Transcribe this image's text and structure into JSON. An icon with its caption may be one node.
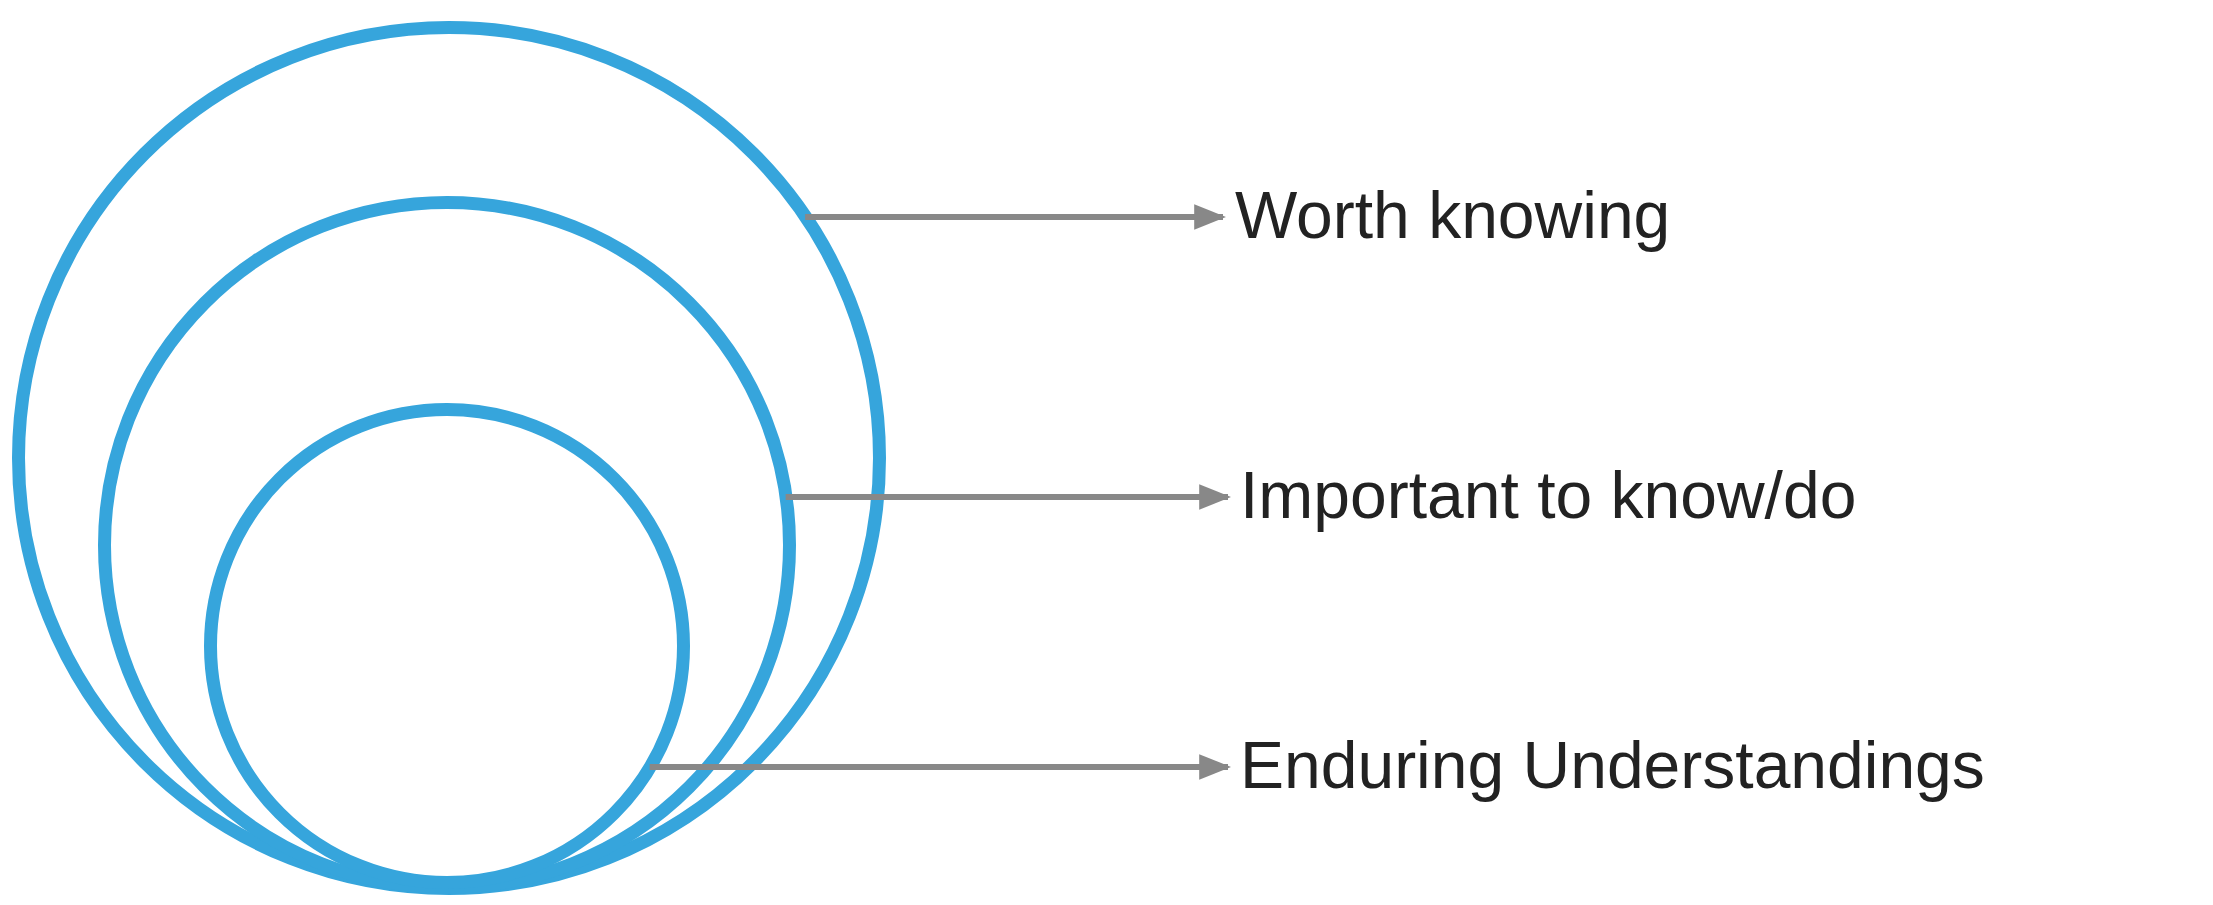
{
  "diagram": {
    "nodes": [
      {
        "text": [],
        "shape": "circle"
      },
      {
        "text": [],
        "shape": "circle",
        "in": 0
      },
      {
        "text": [],
        "shape": "circle",
        "in": 1
      },
      {
        "text": [
          "Worth knowing"
        ]
      },
      {
        "text": [
          "Important to know/do"
        ]
      },
      {
        "text": [
          "Enduring Understandings"
        ]
      }
    ],
    "edges": [
      {
        "from": 0,
        "to": 3,
        "arrow": "to"
      },
      {
        "from": 1,
        "to": 4,
        "arrow": "to"
      },
      {
        "from": 2,
        "to": 5,
        "arrow": "to"
      }
    ]
  }
}
